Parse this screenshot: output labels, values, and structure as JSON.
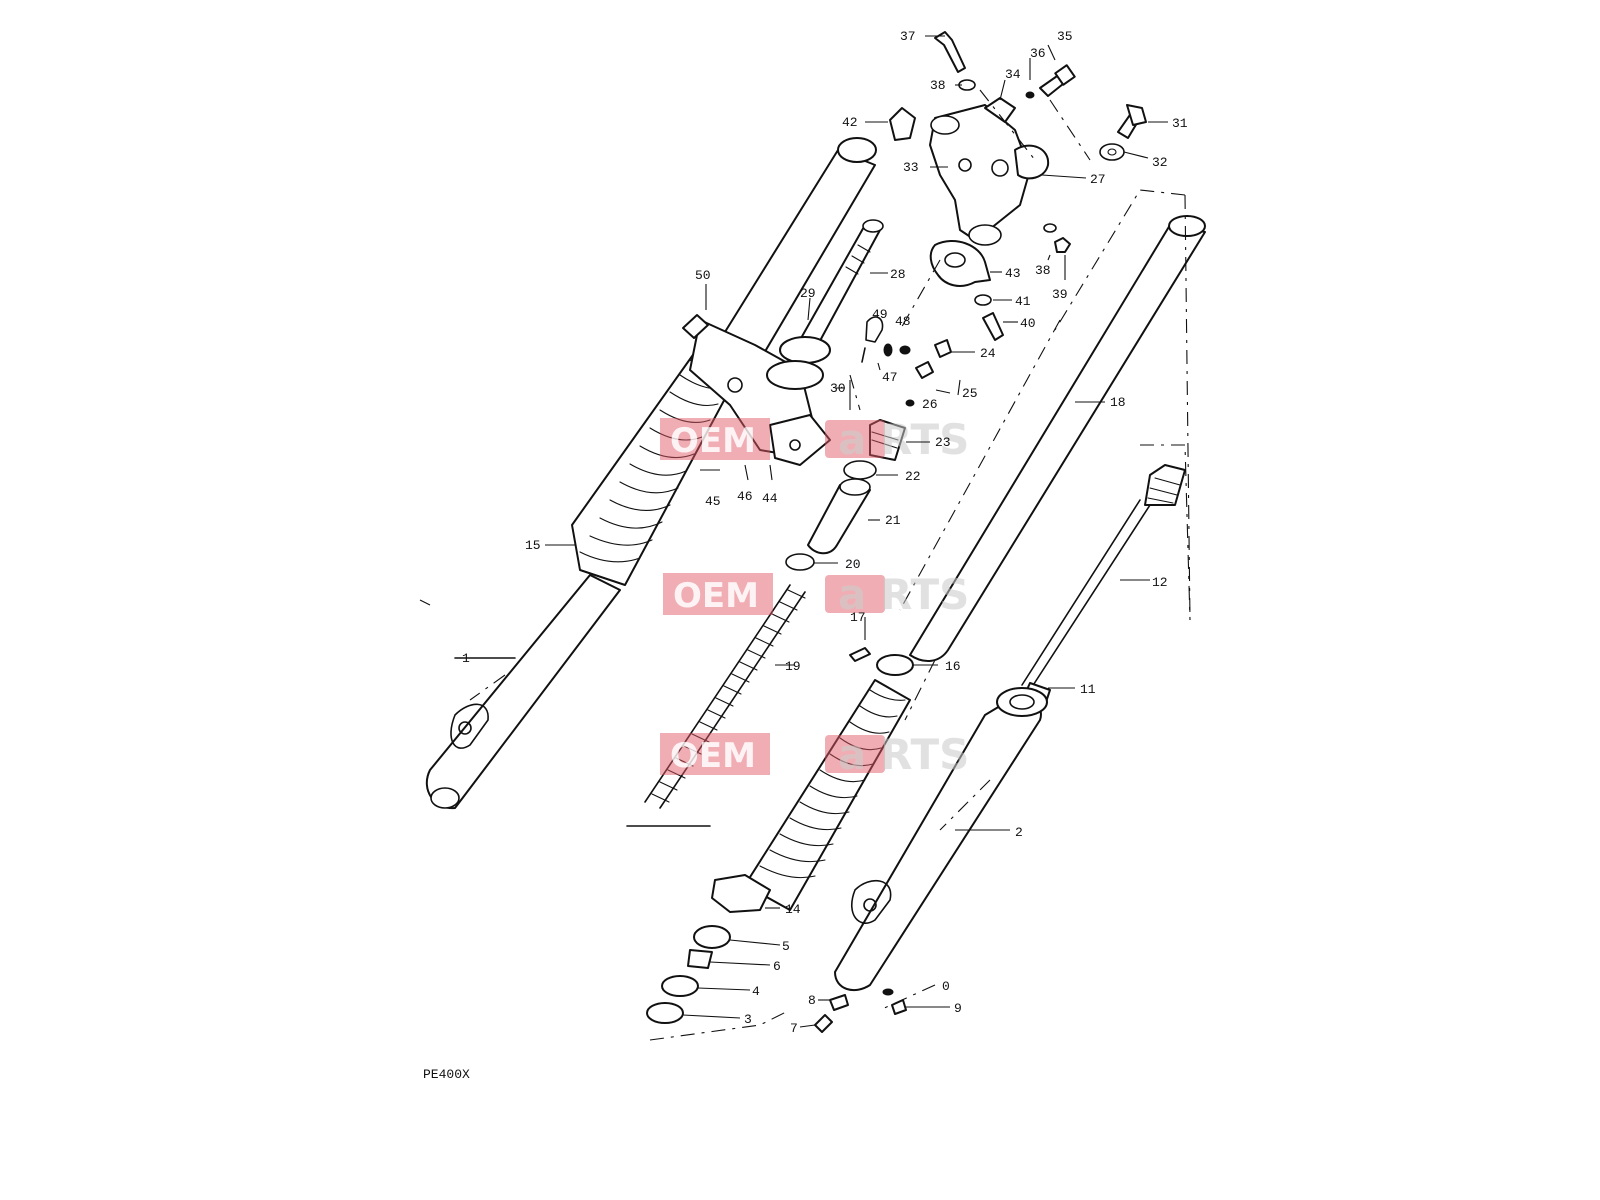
{
  "model_code": "PE400X",
  "watermark": {
    "left": "OEM",
    "center": "a",
    "right": "RTS",
    "accent": "#e05a66"
  },
  "callouts": {
    "c1": "1",
    "c2": "2",
    "c3": "3",
    "c4": "4",
    "c5": "5",
    "c6": "6",
    "c7": "7",
    "c8": "8",
    "c9": "9",
    "c10": "0",
    "c11": "11",
    "c12": "12",
    "c14": "14",
    "c15": "15",
    "c16": "16",
    "c17": "17",
    "c18": "18",
    "c19": "19",
    "c20": "20",
    "c21": "21",
    "c22": "22",
    "c23": "23",
    "c24": "24",
    "c25": "25",
    "c26": "26",
    "c27": "27",
    "c28": "28",
    "c29": "29",
    "c30": "30",
    "c31": "31",
    "c32": "32",
    "c33": "33",
    "c34": "34",
    "c35": "35",
    "c36": "36",
    "c37": "37",
    "c38a": "38",
    "c38b": "38",
    "c39": "39",
    "c40": "40",
    "c41": "41",
    "c42": "42",
    "c43": "43",
    "c44": "44",
    "c45": "45",
    "c46": "46",
    "c47": "47",
    "c48": "48",
    "c49": "49",
    "c50": "50"
  }
}
